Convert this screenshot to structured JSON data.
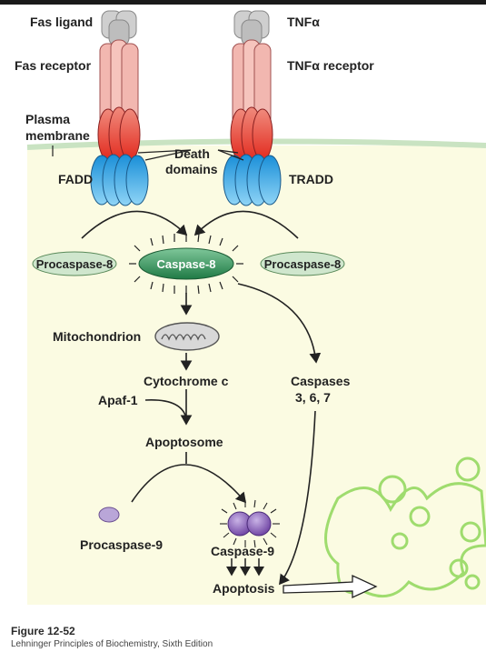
{
  "labels": {
    "fas_ligand": "Fas ligand",
    "fas_receptor": "Fas receptor",
    "plasma": "Plasma",
    "membrane": "membrane",
    "tnf": "TNFα",
    "tnf_receptor": "TNFα receptor",
    "death": "Death",
    "domains": "domains",
    "fadd": "FADD",
    "tradd": "TRADD",
    "procaspase8_left": "Procaspase-8",
    "caspase8": "Caspase-8",
    "procaspase8_right": "Procaspase-8",
    "mitochondrion": "Mitochondrion",
    "cytochrome": "Cytochrome c",
    "apaf1": "Apaf-1",
    "apoptosome": "Apoptosome",
    "caspases": "Caspases",
    "caspases_nums": "3, 6, 7",
    "procaspase9": "Procaspase-9",
    "caspase9": "Caspase-9",
    "apoptosis": "Apoptosis"
  },
  "figure": {
    "number": "Figure 12-52",
    "caption": "Lehninger Principles of Biochemistry, Sixth Edition"
  },
  "colors": {
    "cytoplasm": "#fbfbe2",
    "membrane": "#c9e3c2",
    "ligand": "#cccccc",
    "receptor": "#f2b7b0",
    "death_domain": "#e83a2a",
    "adapter": "#2aa6e6",
    "caspase8": "#2f9a5a",
    "procaspase": "#cfe6cd",
    "caspase9": "#8b5fb8",
    "cell_outline": "#9fdc6e"
  }
}
